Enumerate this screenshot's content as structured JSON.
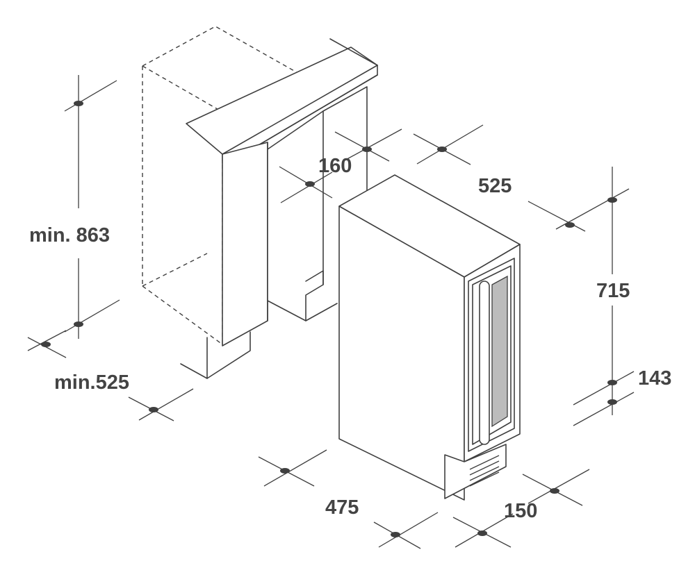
{
  "dimensions": {
    "cabinet_height": "min. 863",
    "cabinet_depth": "min.525",
    "gap_width": "160",
    "unit_depth": "525",
    "unit_height": "715",
    "adjustable_feet": "143",
    "unit_width": "475",
    "door_opening": "150"
  },
  "colors": {
    "line": "#3f3f3f",
    "text": "#444444",
    "glass": "#bcbcbc"
  }
}
